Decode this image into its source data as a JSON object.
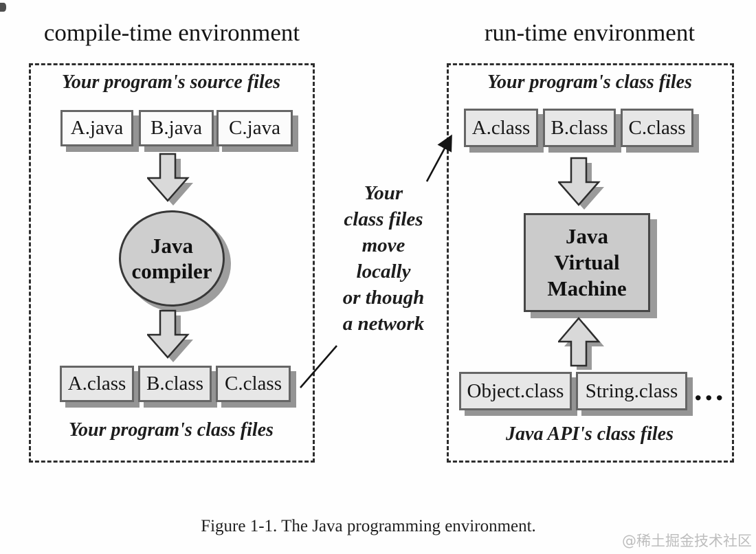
{
  "left": {
    "title": "compile-time environment",
    "top_label": "Your program's source files",
    "source_files": [
      "A.java",
      "B.java",
      "C.java"
    ],
    "compiler_lines": [
      "Java",
      "compiler"
    ],
    "class_files": [
      "A.class",
      "B.class",
      "C.class"
    ],
    "bottom_label": "Your program's class files"
  },
  "middle": {
    "note_lines": [
      "Your",
      "class files",
      "move",
      "locally",
      "or though",
      "a network"
    ]
  },
  "right": {
    "title": "run-time environment",
    "top_label": "Your program's class files",
    "class_files": [
      "A.class",
      "B.class",
      "C.class"
    ],
    "jvm_lines": [
      "Java",
      "Virtual",
      "Machine"
    ],
    "api_files": [
      "Object.class",
      "String.class"
    ],
    "api_ellipsis": "...",
    "bottom_label": "Java API's class files"
  },
  "caption": "Figure 1-1. The Java programming environment.",
  "watermark": "@稀土掘金技术社区",
  "colors": {
    "background": "#fefefe",
    "text": "#1a1a1a",
    "box_border": "#666666",
    "java_box_fill": "#fbfbfb",
    "class_box_fill": "#e7e7e7",
    "shape_fill": "#cecece",
    "arrow_fill": "#d9d9d9",
    "shadow": "#949494",
    "dashed_border": "#2e2e2e",
    "watermark_color": "#bdbdbd"
  }
}
